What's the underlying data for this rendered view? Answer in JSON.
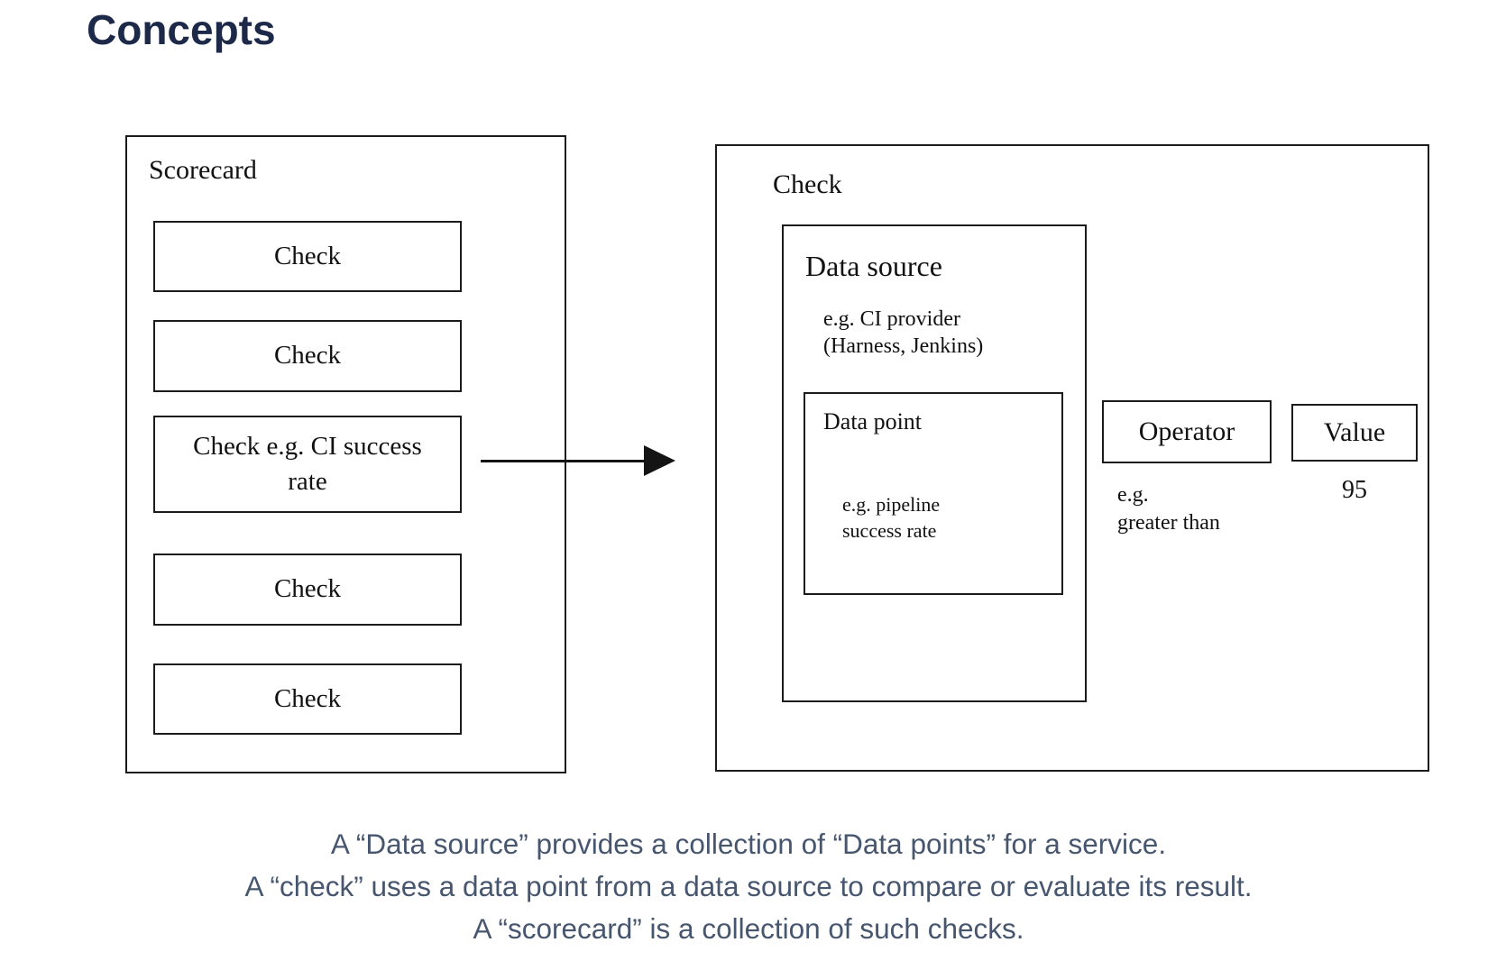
{
  "title": "Concepts",
  "colors": {
    "title_text": "#1c2948",
    "caption_text": "#47566F",
    "ink": "#1b1b1b",
    "background": "#ffffff"
  },
  "scorecard": {
    "label": "Scorecard",
    "checks": [
      "Check",
      "Check",
      "Check e.g. CI success rate",
      "Check",
      "Check"
    ]
  },
  "check_panel": {
    "label": "Check",
    "data_source": {
      "label": "Data source",
      "example_line1": "e.g. CI provider",
      "example_line2": "(Harness, Jenkins)",
      "data_point": {
        "label": "Data point",
        "example_line1": "e.g. pipeline",
        "example_line2": "success rate"
      }
    },
    "operator": {
      "label": "Operator",
      "example_line1": "e.g.",
      "example_line2": "greater than"
    },
    "value": {
      "label": "Value",
      "example": "95"
    }
  },
  "caption": {
    "line1": "A “Data source” provides a collection of “Data points” for a service.",
    "line2": "A “check” uses a data point from a data source to compare or evaluate its result.",
    "line3": "A “scorecard” is a collection of such checks."
  }
}
